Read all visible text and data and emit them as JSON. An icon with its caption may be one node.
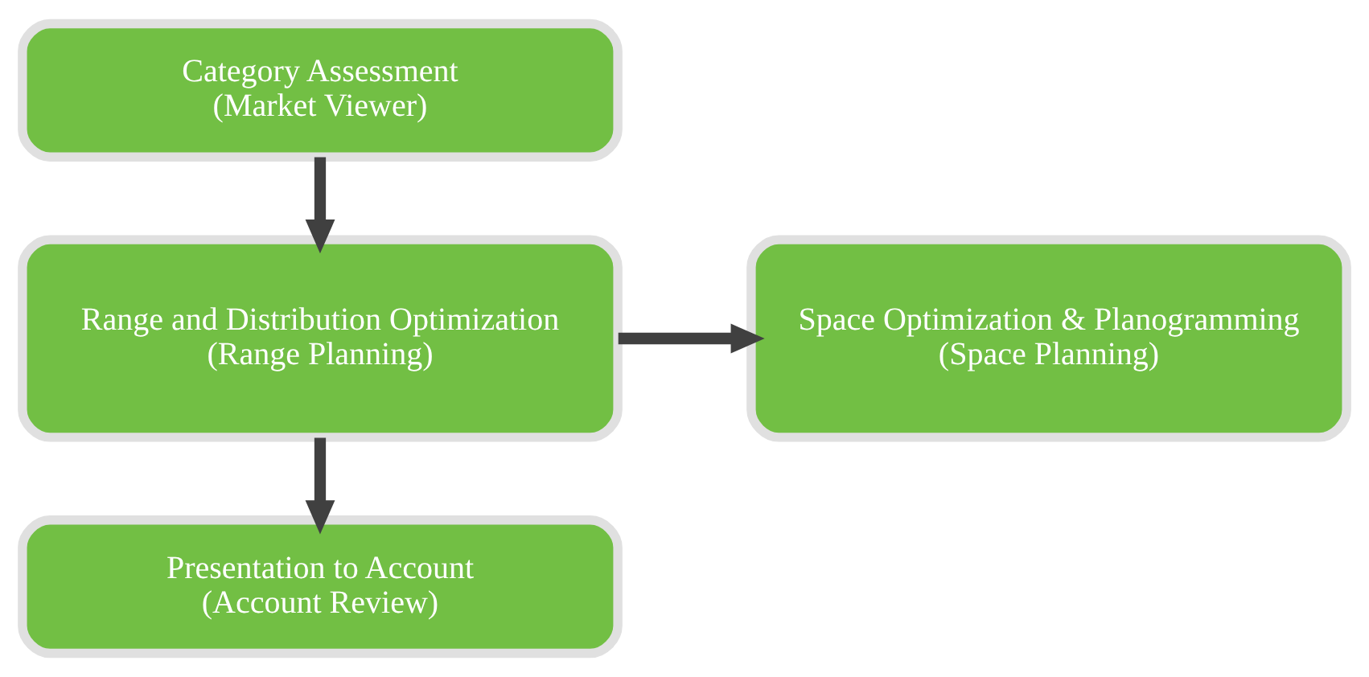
{
  "diagram": {
    "nodes": [
      {
        "text": [
          "Category Assessment",
          "(Market Viewer)"
        ]
      },
      {
        "text": [
          "Range and Distribution Optimization",
          "(Range Planning)"
        ]
      },
      {
        "text": [
          "Space Optimization & Planogramming",
          "(Space Planning)"
        ]
      },
      {
        "text": [
          "Presentation to Account",
          "(Account Review)"
        ]
      }
    ],
    "edges": [
      {
        "from": 0,
        "to": 1,
        "arrow": "to"
      },
      {
        "from": 1,
        "to": 2,
        "arrow": "to"
      },
      {
        "from": 1,
        "to": 3,
        "arrow": "to"
      }
    ]
  }
}
